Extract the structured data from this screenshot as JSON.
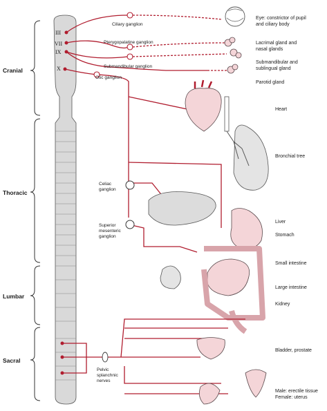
{
  "regions": {
    "cranial": "Cranial",
    "thoracic": "Thoracic",
    "lumbar": "Lumbar",
    "sacral": "Sacral"
  },
  "cranial_nerves": {
    "n3": "III",
    "n7": "VII",
    "n9": "IX",
    "n10": "X"
  },
  "ganglia": {
    "ciliary": "Ciliary ganglion",
    "pterygopalatine": "Pterygopalatine ganglion",
    "submandibular": "Submandibular ganglion",
    "otic": "Otic ganglion",
    "celiac_line1": "Celiac",
    "celiac_line2": "ganglion",
    "sup_mes_line1": "Superior",
    "sup_mes_line2": "mesenteric",
    "sup_mes_line3": "ganglion",
    "pelvic_line1": "Pelvic",
    "pelvic_line2": "splanchnic",
    "pelvic_line3": "nerves"
  },
  "organs": {
    "eye_line1": "Eye: constrictor of pupil",
    "eye_line2": "and ciliary body",
    "lacrimal_line1": "Lacrimal gland and",
    "lacrimal_line2": "nasal glands",
    "submand_line1": "Submandibular and",
    "submand_line2": "sublingual gland",
    "parotid": "Parotid gland",
    "heart": "Heart",
    "bronchial": "Bronchial tree",
    "liver": "Liver",
    "stomach": "Stomach",
    "small_intestine": "Small intestine",
    "large_intestine": "Large intestine",
    "kidney": "Kidney",
    "bladder": "Bladder, prostate",
    "male_erectile": "Male: erectile tissue",
    "female_uterus": "Female: uterus"
  },
  "colors": {
    "fiber": "#b01c2e",
    "organ_pink": "#f4d5d8",
    "organ_gray": "#d9d9d9"
  }
}
